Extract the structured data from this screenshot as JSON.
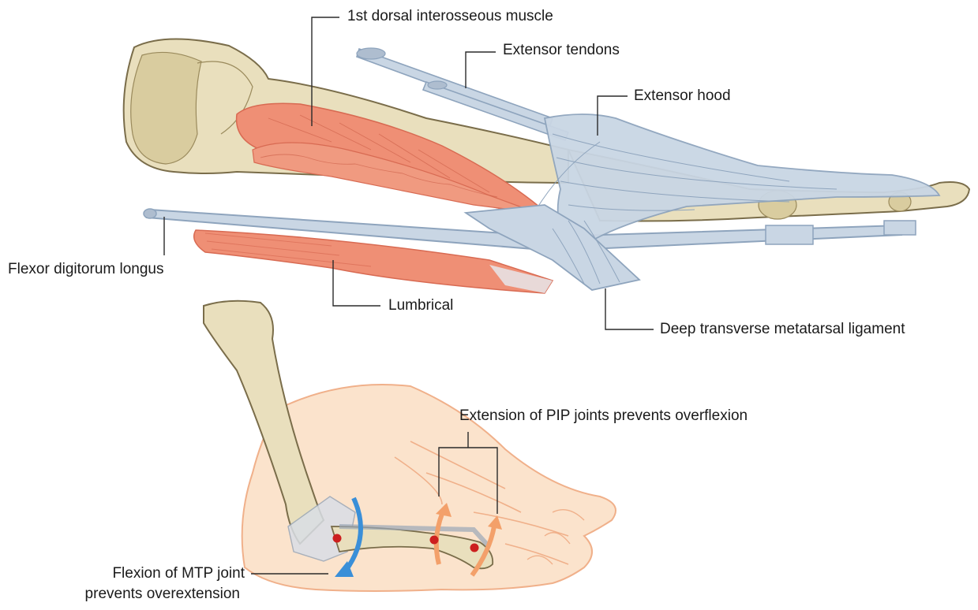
{
  "labels": {
    "dorsal_interosseous": "1st dorsal interosseous muscle",
    "extensor_tendons": "Extensor tendons",
    "extensor_hood": "Extensor hood",
    "flexor_digitorum_longus": "Flexor digitorum longus",
    "lumbrical": "Lumbrical",
    "deep_transverse_ligament": "Deep transverse metatarsal ligament",
    "pip_extension": "Extension of PIP joints prevents overflexion",
    "mtp_flexion_line1": "Flexion of MTP joint",
    "mtp_flexion_line2": "prevents overextension"
  },
  "colors": {
    "bone": "#e9dfbd",
    "bone_shadow": "#c9bb8c",
    "muscle": "#ef8f75",
    "muscle_dark": "#d86a52",
    "tendon": "#c9d6e4",
    "tendon_edge": "#8ea4bd",
    "skin": "#fbe3cc",
    "skin_line": "#f0b08a",
    "arrow_blue": "#3a8fd8",
    "arrow_orange": "#f3a06a",
    "joint_dot": "#cc1f1f"
  }
}
